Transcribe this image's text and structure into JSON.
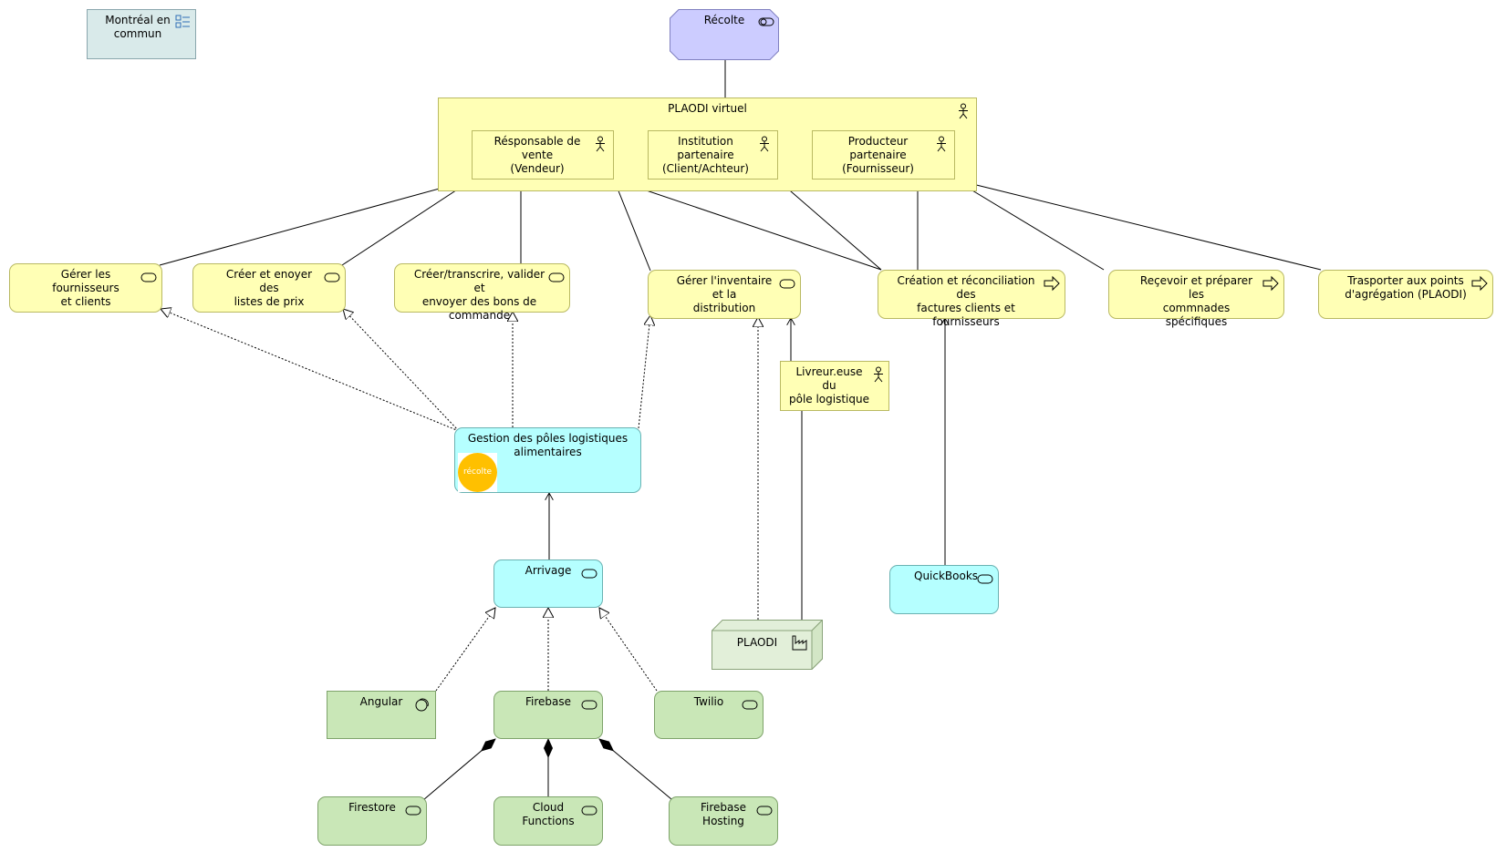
{
  "diagram": {
    "legend_note": "Montréal en\ncommun",
    "product": "Récolte",
    "collaboration": "PLAODI virtuel",
    "roles": {
      "seller": "Résponsable de vente\n(Vendeur)",
      "institution": "Institution partenaire\n(Client/Achteur)",
      "producer": "Producteur partenaire\n(Fournisseur)"
    },
    "services": {
      "manage_suppliers": "Gérer les fournisseurs\net clients",
      "price_lists": "Créer et enoyer des\nlistes de prix",
      "purchase_orders": "Créer/transcrire, valider et\nenvoyer des bons de\ncommande",
      "inventory": "Gérer l'inventaire et la\ndistribution"
    },
    "processes": {
      "invoices": "Création et réconciliation des\nfactures clients et fournisseurs",
      "receive_orders": "Reçevoir et préparer les\ncommnades spécifiques",
      "transport": "Trasporter aux points\nd'agrégation (PLAODI)"
    },
    "delivery_role": "Livreur.euse du\npôle logistique",
    "application": {
      "name": "Gestion des pôles logistiques\nalimentaires",
      "logo_text": "récolte"
    },
    "app_service": "Arrivage",
    "accounting_service": "QuickBooks",
    "facility": "PLAODI",
    "technology": {
      "angular": "Angular",
      "firebase": "Firebase",
      "twilio": "Twilio",
      "firestore": "Firestore",
      "cloud_functions": "Cloud\nFunctions",
      "firebase_hosting": "Firebase\nHosting"
    },
    "colors": {
      "business": "#ffffb5",
      "application": "#b5ffff",
      "technology": "#c9e7b7",
      "product": "#ccccff",
      "grouping": "#d9eaea",
      "facility": "#e2efd9",
      "logo": "#ffc000"
    }
  }
}
